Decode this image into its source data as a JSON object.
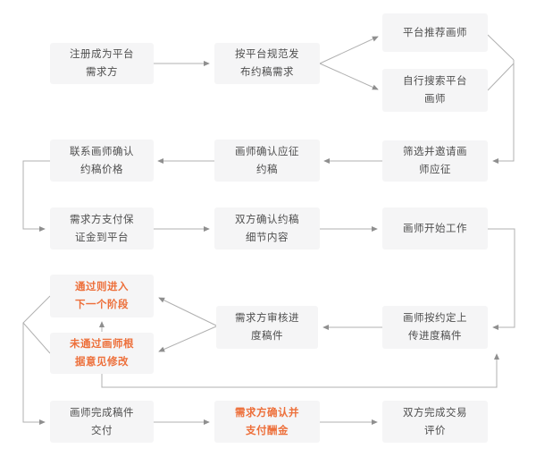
{
  "diagram": {
    "kind": "flowchart",
    "language": "zh-CN"
  },
  "colors": {
    "background": "#ffffff",
    "node_bg": "#f5f5f6",
    "node_text": "#4f4f4f",
    "accent_text": "#ed6f3a",
    "connector": "#b0b0b0",
    "arrowhead": "#8f8f8f"
  },
  "nodes": [
    {
      "id": "register-as-demander",
      "lines": [
        "注册成为平台",
        "需求方"
      ],
      "emphasis": false
    },
    {
      "id": "publish-commission-request",
      "lines": [
        "按平台规范发",
        "布约稿需求"
      ],
      "emphasis": false
    },
    {
      "id": "platform-recommends-artists",
      "lines": [
        "平台推荐画师"
      ],
      "emphasis": false
    },
    {
      "id": "self-search-platform-artists",
      "lines": [
        "自行搜索平台",
        "画师"
      ],
      "emphasis": false
    },
    {
      "id": "screen-and-invite-artists",
      "lines": [
        "筛选并邀请画",
        "师应征"
      ],
      "emphasis": false
    },
    {
      "id": "artist-confirms-application",
      "lines": [
        "画师确认应征",
        "约稿"
      ],
      "emphasis": false
    },
    {
      "id": "contact-artist-confirm-price",
      "lines": [
        "联系画师确认",
        "约稿价格"
      ],
      "emphasis": false
    },
    {
      "id": "demander-pays-deposit",
      "lines": [
        "需求方支付保",
        "证金到平台"
      ],
      "emphasis": false
    },
    {
      "id": "confirm-commission-details",
      "lines": [
        "双方确认约稿",
        "细节内容"
      ],
      "emphasis": false
    },
    {
      "id": "artist-starts-work",
      "lines": [
        "画师开始工作"
      ],
      "emphasis": false
    },
    {
      "id": "pass-enter-next-stage",
      "lines": [
        "通过则进入",
        "下一个阶段"
      ],
      "emphasis": true
    },
    {
      "id": "fail-artist-revises",
      "lines": [
        "未通过画师根",
        "据意见修改"
      ],
      "emphasis": true
    },
    {
      "id": "demander-reviews-progress",
      "lines": [
        "需求方审核进",
        "度稿件"
      ],
      "emphasis": false
    },
    {
      "id": "artist-uploads-progress",
      "lines": [
        "画师按约定上",
        "传进度稿件"
      ],
      "emphasis": false
    },
    {
      "id": "artist-delivers-final",
      "lines": [
        "画师完成稿件",
        "交付"
      ],
      "emphasis": false
    },
    {
      "id": "demander-confirms-and-pays",
      "lines": [
        "需求方确认并",
        "支付酬金"
      ],
      "emphasis": true
    },
    {
      "id": "both-complete-transaction-review",
      "lines": [
        "双方完成交易",
        "评价"
      ],
      "emphasis": false
    }
  ]
}
